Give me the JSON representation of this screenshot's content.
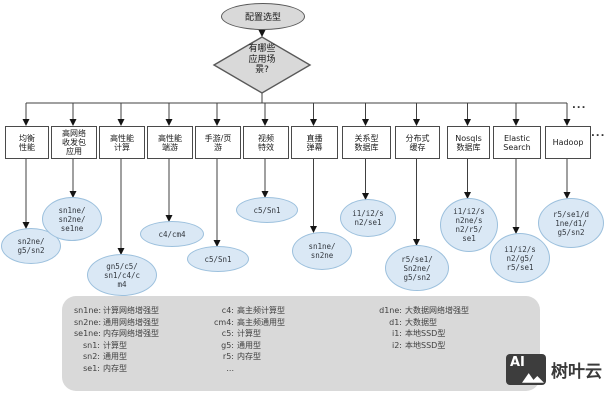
{
  "colors": {
    "gray_node_fill": "#d9d9d9",
    "gray_node_border": "#595959",
    "result_fill": "#dae8f5",
    "result_border": "#9cc0dd",
    "box_border": "#4a4a4a",
    "logo_bg": "#3d3d3d"
  },
  "flowchart": {
    "start_label": "配置选型",
    "decision_label": "有哪些\n应用场\n景?",
    "bus_ellipsis": "...",
    "row_ellipsis": "...",
    "branches": [
      {
        "label": "均衡\n性能",
        "instances": "sn2ne/\ng5/sn2"
      },
      {
        "label": "高网络\n收发包\n应用",
        "instances": "sn1ne/\nsn2ne/\nse1ne"
      },
      {
        "label": "高性能\n计算",
        "instances": "gn5/c5/\nsn1/c4/c\nm4"
      },
      {
        "label": "高性能\n端游",
        "instances": "c4/cm4"
      },
      {
        "label": "手游/页\n游",
        "instances": "c5/Sn1"
      },
      {
        "label": "视频\n特效",
        "instances": "c5/Sn1"
      },
      {
        "label": "直播\n弹幕",
        "instances": "sn1ne/\nsn2ne"
      },
      {
        "label": "关系型\n数据库",
        "instances": "i1/i2/s\nn2/se1"
      },
      {
        "label": "分布式\n缓存",
        "instances": "r5/se1/\nSn2ne/\ng5/sn2"
      },
      {
        "label": "Nosqls\n数据库",
        "instances": "i1/i2/s\nn2ne/s\nn2/r5/\nse1"
      },
      {
        "label": "Elastic\nSearch",
        "instances": "i1/i2/s\nn2/g5/\nr5/se1"
      },
      {
        "label": "Hadoop",
        "instances": "r5/se1/d\n1ne/d1/\ng5/sn2"
      }
    ]
  },
  "legend": {
    "columns": [
      {
        "entries": [
          {
            "code": "sn1ne",
            "desc": "计算网络增强型"
          },
          {
            "code": "sn2ne",
            "desc": "通用网络增强型"
          },
          {
            "code": "se1ne",
            "desc": "内存网络增强型"
          },
          {
            "code": "sn1",
            "desc": "计算型"
          },
          {
            "code": "sn2",
            "desc": "通用型"
          },
          {
            "code": "se1",
            "desc": "内存型"
          }
        ]
      },
      {
        "entries": [
          {
            "code": "c4",
            "desc": "高主频计算型"
          },
          {
            "code": "cm4",
            "desc": "高主频通用型"
          },
          {
            "code": "c5",
            "desc": "计算型"
          },
          {
            "code": "g5",
            "desc": "通用型"
          },
          {
            "code": "r5",
            "desc": "内存型"
          },
          {
            "code": "...",
            "desc": ""
          }
        ]
      },
      {
        "entries": [
          {
            "code": "d1ne",
            "desc": "大数据网络增强型"
          },
          {
            "code": "d1",
            "desc": "大数据型"
          },
          {
            "code": "i1",
            "desc": "本地SSD型"
          },
          {
            "code": "i2",
            "desc": "本地SSD型"
          }
        ]
      }
    ]
  },
  "logo": {
    "icon_label": "AI",
    "brand": "树叶云"
  }
}
